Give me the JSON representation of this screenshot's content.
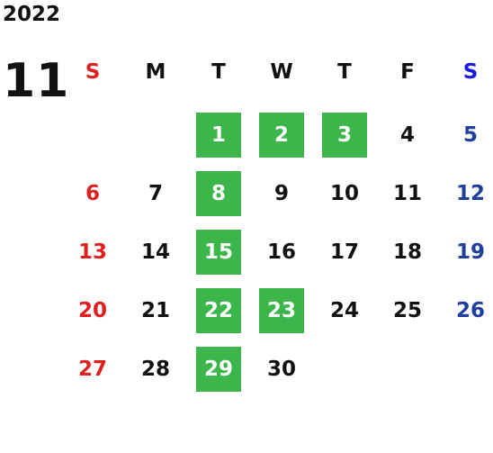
{
  "year": "2022",
  "month": "11",
  "weekdays": [
    "S",
    "M",
    "T",
    "W",
    "T",
    "F",
    "S"
  ],
  "first_weekday_index": 2,
  "days": [
    {
      "day": "1",
      "highlighted": true
    },
    {
      "day": "2",
      "highlighted": true
    },
    {
      "day": "3",
      "highlighted": true
    },
    {
      "day": "4",
      "highlighted": false
    },
    {
      "day": "5",
      "highlighted": false
    },
    {
      "day": "6",
      "highlighted": false
    },
    {
      "day": "7",
      "highlighted": false
    },
    {
      "day": "8",
      "highlighted": true
    },
    {
      "day": "9",
      "highlighted": false
    },
    {
      "day": "10",
      "highlighted": false
    },
    {
      "day": "11",
      "highlighted": false
    },
    {
      "day": "12",
      "highlighted": false
    },
    {
      "day": "13",
      "highlighted": false
    },
    {
      "day": "14",
      "highlighted": false
    },
    {
      "day": "15",
      "highlighted": true
    },
    {
      "day": "16",
      "highlighted": false
    },
    {
      "day": "17",
      "highlighted": false
    },
    {
      "day": "18",
      "highlighted": false
    },
    {
      "day": "19",
      "highlighted": false
    },
    {
      "day": "20",
      "highlighted": false
    },
    {
      "day": "21",
      "highlighted": false
    },
    {
      "day": "22",
      "highlighted": true
    },
    {
      "day": "23",
      "highlighted": true
    },
    {
      "day": "24",
      "highlighted": false
    },
    {
      "day": "25",
      "highlighted": false
    },
    {
      "day": "26",
      "highlighted": false
    },
    {
      "day": "27",
      "highlighted": false
    },
    {
      "day": "28",
      "highlighted": false
    },
    {
      "day": "29",
      "highlighted": true
    },
    {
      "day": "30",
      "highlighted": false
    }
  ],
  "colors": {
    "highlight_bg": "#3cb54a",
    "highlight_text": "#ffffff",
    "sunday": "#e02020",
    "saturday": "#1f3f9c",
    "saturday_header": "#1a1adf",
    "weekday": "#111111"
  }
}
